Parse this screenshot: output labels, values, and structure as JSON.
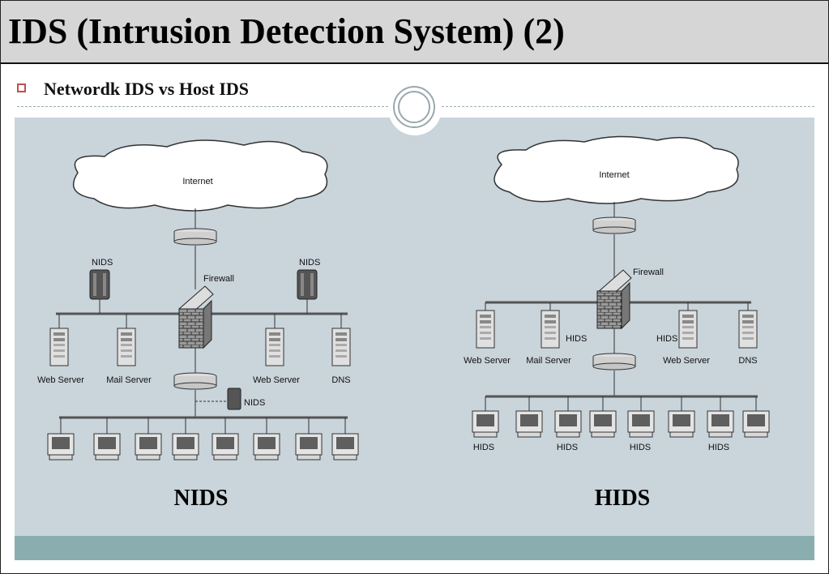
{
  "slide": {
    "title": "IDS (Intrusion Detection System) (2)",
    "bullet": "Networdk IDS vs Host IDS"
  },
  "nids": {
    "internet": "Internet",
    "firewall": "Firewall",
    "nids_labels": [
      "NIDS",
      "NIDS",
      "NIDS"
    ],
    "servers": [
      "Web Server",
      "Mail Server",
      "Web Server",
      "DNS"
    ],
    "caption": "NIDS"
  },
  "hids": {
    "internet": "Internet",
    "firewall": "Firewall",
    "servers": [
      "Web Server",
      "Mail Server",
      "Web Server",
      "DNS"
    ],
    "server_hids_labels": [
      "HIDS",
      "HIDS"
    ],
    "workstation_hids_labels": [
      "HIDS",
      "HIDS",
      "HIDS",
      "HIDS"
    ],
    "caption": "HIDS"
  },
  "colors": {
    "title_bar": "#d6d6d6",
    "content_panel": "#c9d4db",
    "footer_band": "#8aaeb0",
    "bullet": "#c0504d"
  },
  "icons": {
    "bullet": "square-bullet-icon",
    "decoration": "double-circle-icon"
  }
}
